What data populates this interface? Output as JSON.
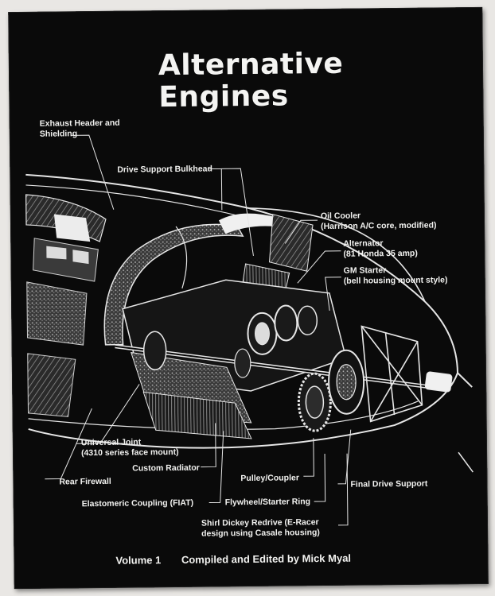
{
  "cover": {
    "title_line1": "Alternative",
    "title_line2": "Engines",
    "volume": "Volume 1",
    "credit": "Compiled and Edited by Mick Myal",
    "colors": {
      "background": "#0a0a0a",
      "text": "#f2f2f0",
      "surround": "#e9e7e4"
    }
  },
  "labels": {
    "exhaust_line1": "Exhaust Header and",
    "exhaust_line2": "Shielding",
    "drive_support": "Drive Support Bulkhead",
    "oil_line1": "Oil Cooler",
    "oil_line2": "(Harrison A/C core, modified)",
    "alt_line1": "Alternator",
    "alt_line2": "(81 Honda 35 amp)",
    "gm_line1": "GM Starter",
    "gm_line2": "(bell housing mount style)",
    "uj_line1": "Universal Joint",
    "uj_line2": "(4310 series face mount)",
    "custom_radiator": "Custom Radiator",
    "rear_firewall": "Rear Firewall",
    "pulley": "Pulley/Coupler",
    "final_drive": "Final Drive Support",
    "elastomeric": "Elastomeric Coupling (FIAT)",
    "flywheel": "Flywheel/Starter Ring",
    "shirl_line1": "Shirl Dickey Redrive (E-Racer",
    "shirl_line2": "design using Casale housing)"
  }
}
